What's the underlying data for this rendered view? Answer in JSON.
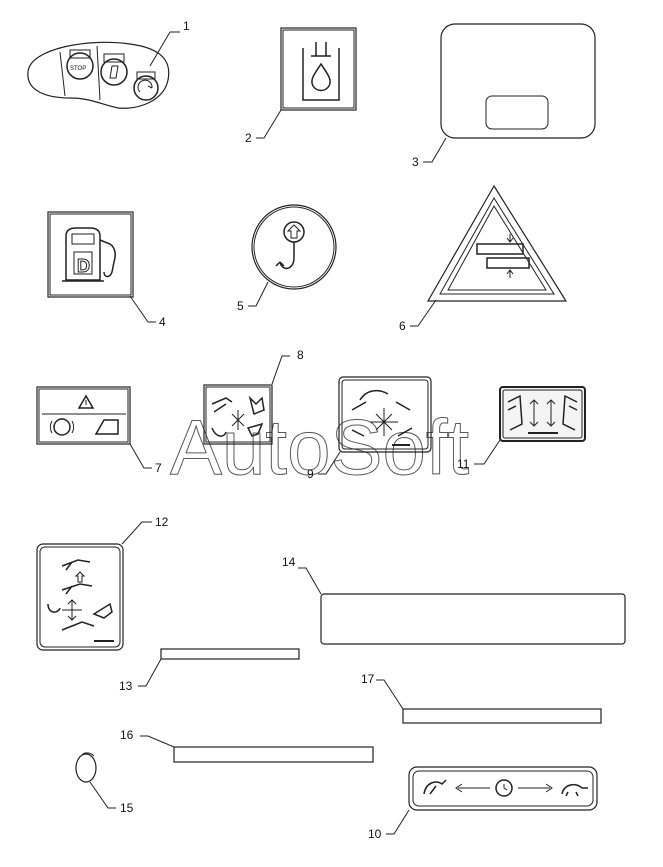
{
  "diagram": {
    "callouts": [
      {
        "id": "1",
        "text": "1"
      },
      {
        "id": "2",
        "text": "2"
      },
      {
        "id": "3",
        "text": "3"
      },
      {
        "id": "4",
        "text": "4"
      },
      {
        "id": "5",
        "text": "5"
      },
      {
        "id": "6",
        "text": "6"
      },
      {
        "id": "7",
        "text": "7"
      },
      {
        "id": "8",
        "text": "8"
      },
      {
        "id": "9",
        "text": "9"
      },
      {
        "id": "10",
        "text": "10"
      },
      {
        "id": "11",
        "text": "11"
      },
      {
        "id": "12",
        "text": "12"
      },
      {
        "id": "13",
        "text": "13"
      },
      {
        "id": "14",
        "text": "14"
      },
      {
        "id": "15",
        "text": "15"
      },
      {
        "id": "16",
        "text": "16"
      },
      {
        "id": "17",
        "text": "17"
      }
    ],
    "decal_1_labels": {
      "stop": "STOP"
    },
    "decal_4_labels": {
      "fuel_letter": "D"
    }
  },
  "watermark": {
    "text": "AutoSoft"
  }
}
